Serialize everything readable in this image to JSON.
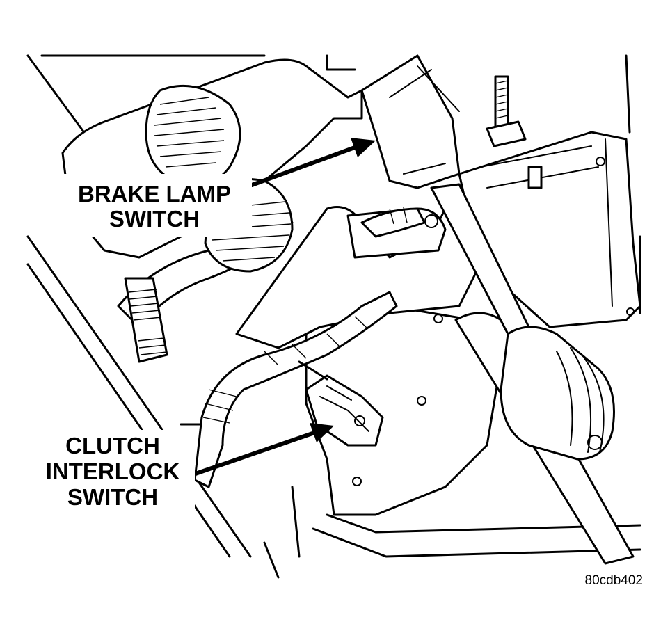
{
  "callouts": {
    "brake_lamp_switch": {
      "line1": "BRAKE LAMP",
      "line2": "SWITCH"
    },
    "clutch_interlock_switch": {
      "line1": "CLUTCH",
      "line2": "INTERLOCK",
      "line3": "SWITCH"
    }
  },
  "figure_id": "80cdb402"
}
